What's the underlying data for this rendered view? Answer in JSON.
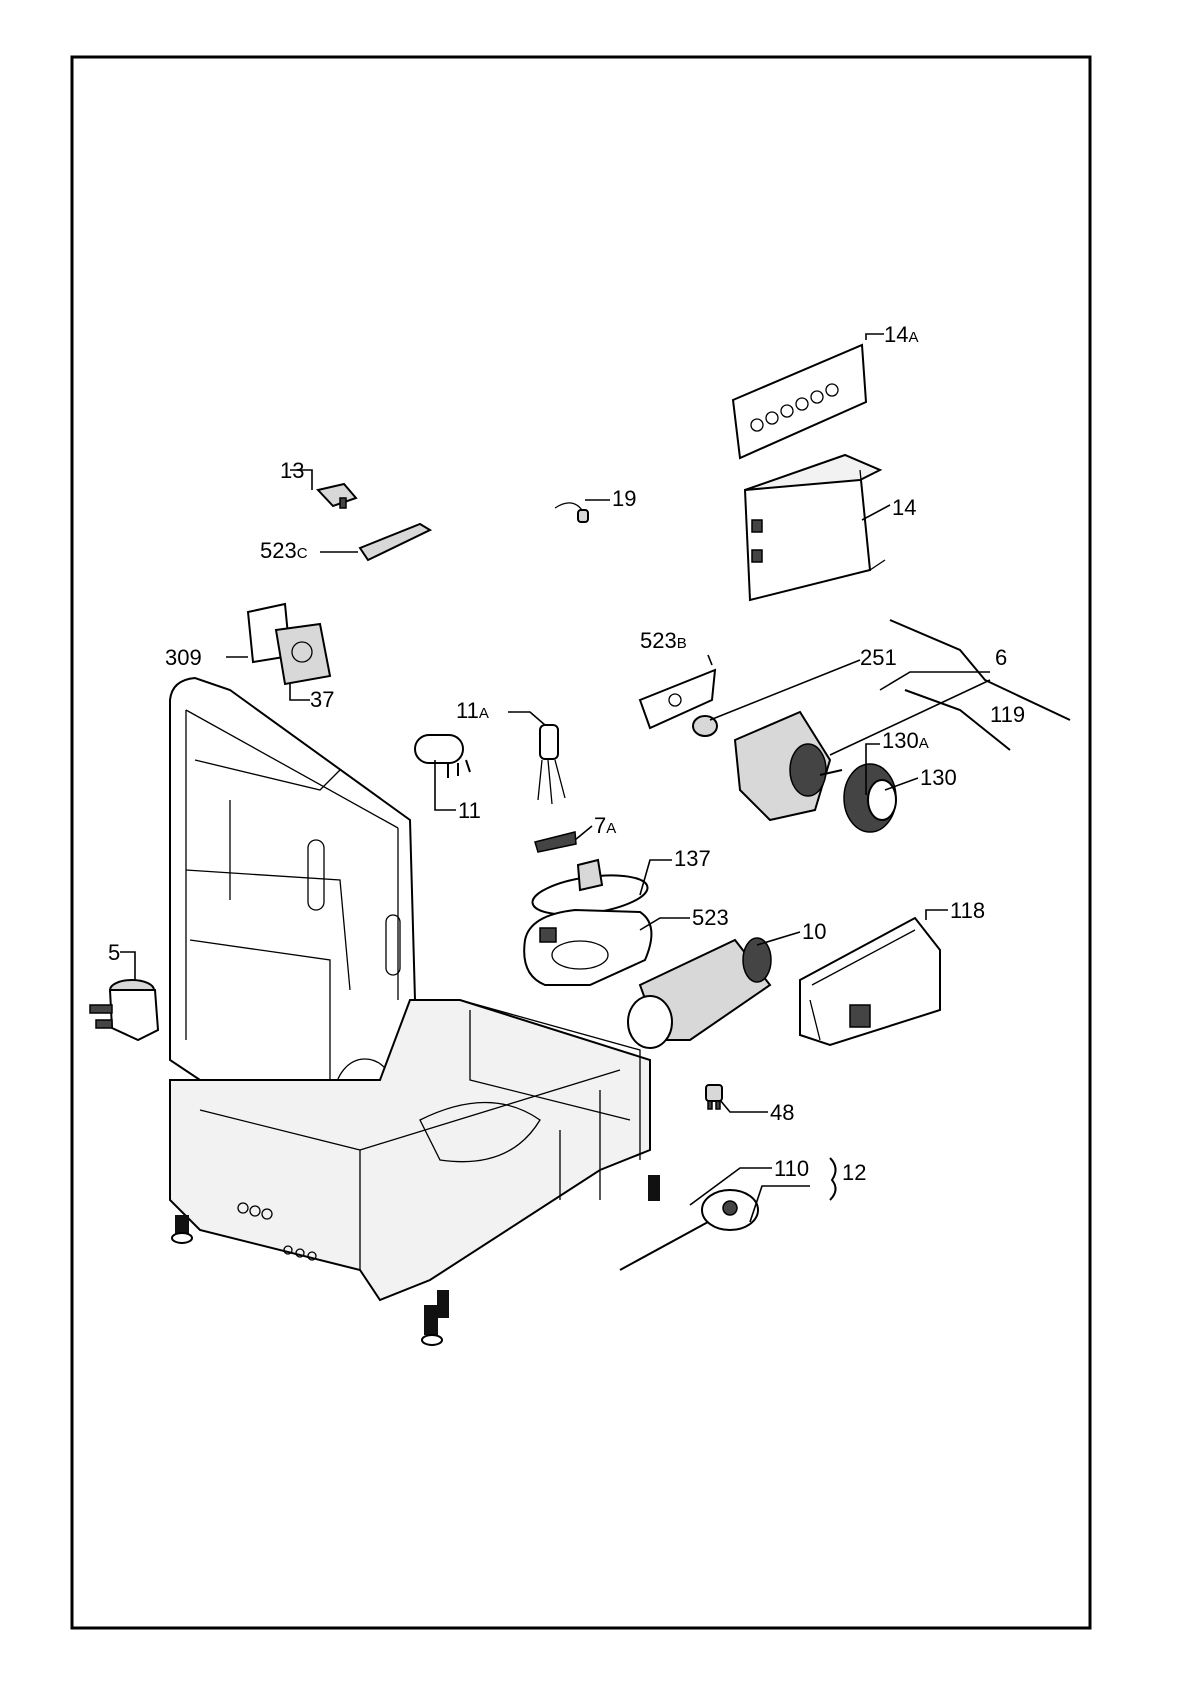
{
  "parts": [
    {
      "id": "14a",
      "number": "14",
      "suffix": "A"
    },
    {
      "id": "13",
      "number": "13",
      "suffix": ""
    },
    {
      "id": "19",
      "number": "19",
      "suffix": ""
    },
    {
      "id": "14",
      "number": "14",
      "suffix": ""
    },
    {
      "id": "523c",
      "number": "523",
      "suffix": "C"
    },
    {
      "id": "309",
      "number": "309",
      "suffix": ""
    },
    {
      "id": "523b",
      "number": "523",
      "suffix": "B"
    },
    {
      "id": "251",
      "number": "251",
      "suffix": ""
    },
    {
      "id": "6",
      "number": "6",
      "suffix": ""
    },
    {
      "id": "37",
      "number": "37",
      "suffix": ""
    },
    {
      "id": "11a",
      "number": "11",
      "suffix": "A"
    },
    {
      "id": "119",
      "number": "119",
      "suffix": ""
    },
    {
      "id": "130a",
      "number": "130",
      "suffix": "A"
    },
    {
      "id": "130",
      "number": "130",
      "suffix": ""
    },
    {
      "id": "11",
      "number": "11",
      "suffix": ""
    },
    {
      "id": "7a",
      "number": "7",
      "suffix": "A"
    },
    {
      "id": "137",
      "number": "137",
      "suffix": ""
    },
    {
      "id": "523",
      "number": "523",
      "suffix": ""
    },
    {
      "id": "118",
      "number": "118",
      "suffix": ""
    },
    {
      "id": "10",
      "number": "10",
      "suffix": ""
    },
    {
      "id": "5",
      "number": "5",
      "suffix": ""
    },
    {
      "id": "48",
      "number": "48",
      "suffix": ""
    },
    {
      "id": "110",
      "number": "110",
      "suffix": ""
    },
    {
      "id": "12",
      "number": "12",
      "suffix": ""
    }
  ]
}
